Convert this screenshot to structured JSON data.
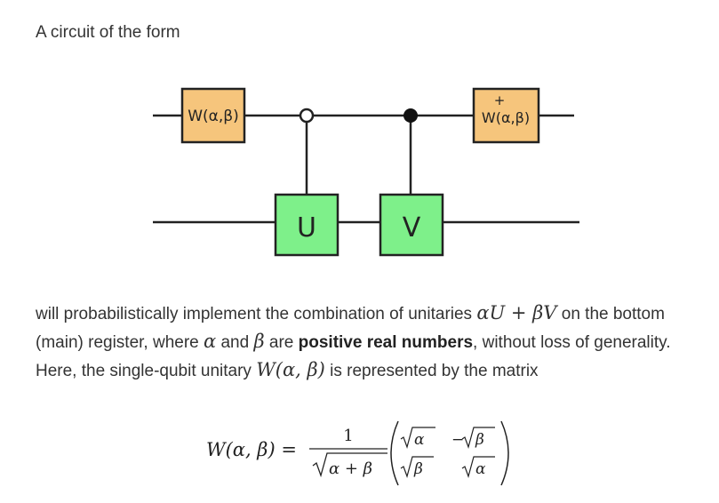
{
  "intro": "A circuit of the form",
  "circuit": {
    "w_gate_label": "W(α,β)",
    "w_dagger_label": "W(α,β)",
    "dagger_symbol": "+",
    "u_label": "U",
    "v_label": "V",
    "gate_color": "#f6c57c",
    "target_color": "#7ef08a"
  },
  "paragraph": {
    "t1": "will probabilistically implement the combination of unitaries ",
    "m1": "αU + βV",
    "t2": " on the bottom (main) register, where ",
    "m2": "α",
    "t3": " and ",
    "m3": "β",
    "t4": " are ",
    "bold": "positive real numbers",
    "t5": ", without loss of generality. Here, the single-qubit unitary ",
    "m4": "W(α, β)",
    "t6": " is represented by the matrix"
  },
  "equation": {
    "lhs": "W(α, β) =",
    "numerator": "1",
    "denominator": "α + β",
    "m11": "α",
    "m12": "β",
    "m21": "β",
    "m22": "α",
    "minus": "−"
  }
}
